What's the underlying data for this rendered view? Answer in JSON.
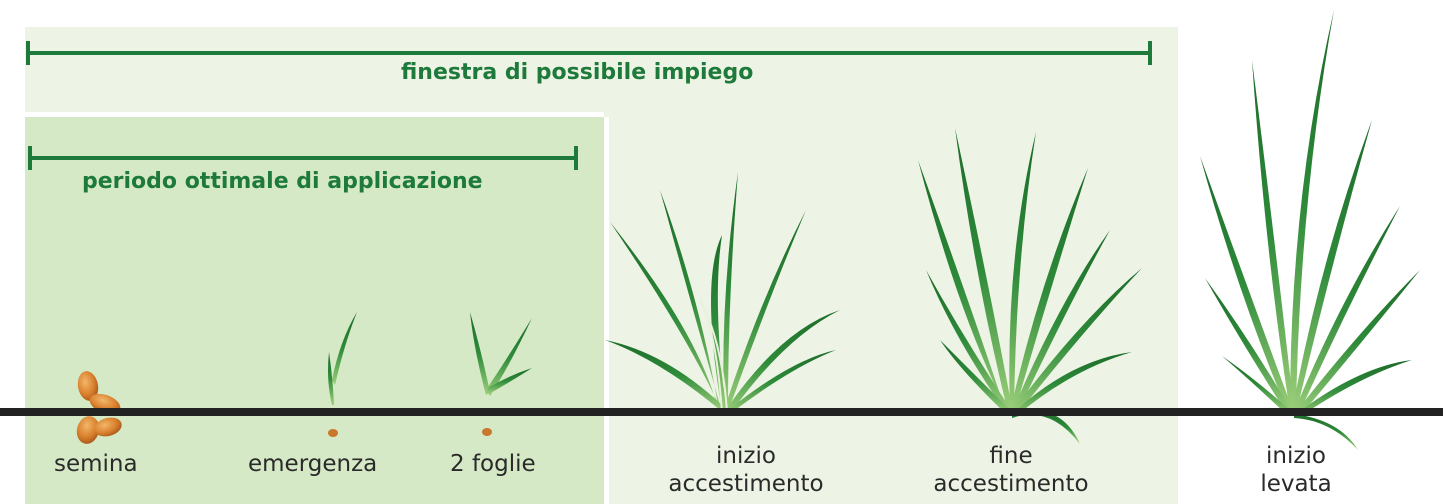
{
  "ranges": {
    "window": {
      "label": "finestra di possibile impiego"
    },
    "optimal": {
      "label": "periodo ottimale di applicazione"
    }
  },
  "stages": [
    {
      "label": "semina"
    },
    {
      "label": "emergenza"
    },
    {
      "label": "2 foglie"
    },
    {
      "label": "inizio accestimento",
      "line1": "inizio",
      "line2": "accestimento"
    },
    {
      "label": "fine accestimento",
      "line1": "fine",
      "line2": "accestimento"
    },
    {
      "label": "inizio levata",
      "line1": "inizio",
      "line2": "levata"
    }
  ],
  "colors": {
    "range_line": "#1e7a3a",
    "window_bg": "#eef4e5",
    "optimal_bg": "#d6e9c6",
    "leaf": "#2e8b3a",
    "ground": "#222222"
  },
  "icons": [
    "wheat-seeds-icon",
    "seedling-icon",
    "wheat-plant-icon"
  ]
}
